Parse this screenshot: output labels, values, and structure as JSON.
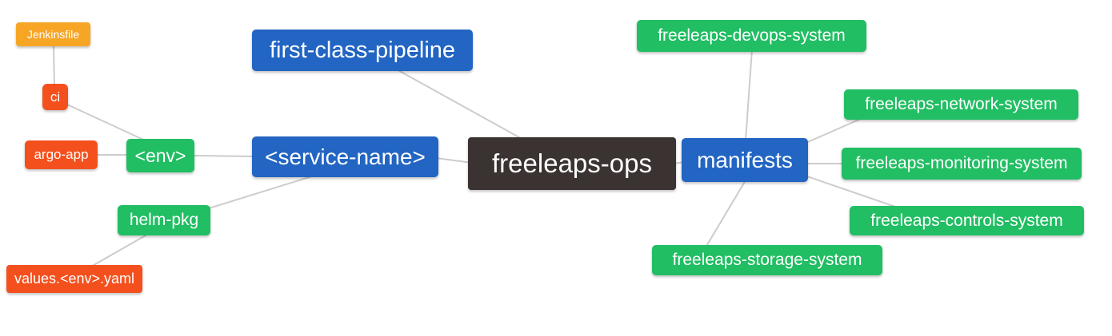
{
  "diagram": {
    "type": "mindmap",
    "root": "freeleaps_ops",
    "nodes": {
      "jenkinsfile": {
        "label": "Jenkinsfile",
        "color": "#F7A525",
        "role": "leaf"
      },
      "ci": {
        "label": "ci",
        "color": "#F4501E",
        "role": "leaf"
      },
      "argo_app": {
        "label": "argo-app",
        "color": "#F4501E",
        "role": "leaf"
      },
      "env": {
        "label": "<env>",
        "color": "#21BE63",
        "role": "branch"
      },
      "helm_pkg": {
        "label": "helm-pkg",
        "color": "#21BE63",
        "role": "branch"
      },
      "values_env_yaml": {
        "label": "values.<env>.yaml",
        "color": "#F4501E",
        "role": "leaf"
      },
      "first_class_pipeline": {
        "label": "first-class-pipeline",
        "color": "#2265C3",
        "role": "branch"
      },
      "service_name": {
        "label": "<service-name>",
        "color": "#2265C3",
        "role": "branch"
      },
      "freeleaps_ops": {
        "label": "freeleaps-ops",
        "color": "#3B3331",
        "role": "root"
      },
      "manifests": {
        "label": "manifests",
        "color": "#2265C3",
        "role": "branch"
      },
      "devops_system": {
        "label": "freeleaps-devops-system",
        "color": "#21BE63",
        "role": "leaf"
      },
      "network_system": {
        "label": "freeleaps-network-system",
        "color": "#21BE63",
        "role": "leaf"
      },
      "monitoring_system": {
        "label": "freeleaps-monitoring-system",
        "color": "#21BE63",
        "role": "leaf"
      },
      "controls_system": {
        "label": "freeleaps-controls-system",
        "color": "#21BE63",
        "role": "leaf"
      },
      "storage_system": {
        "label": "freeleaps-storage-system",
        "color": "#21BE63",
        "role": "leaf"
      }
    },
    "edges": [
      [
        "jenkinsfile",
        "ci"
      ],
      [
        "ci",
        "env"
      ],
      [
        "argo_app",
        "env"
      ],
      [
        "env",
        "service_name"
      ],
      [
        "helm_pkg",
        "service_name"
      ],
      [
        "values_env_yaml",
        "helm_pkg"
      ],
      [
        "first_class_pipeline",
        "freeleaps_ops"
      ],
      [
        "service_name",
        "freeleaps_ops"
      ],
      [
        "freeleaps_ops",
        "manifests"
      ],
      [
        "manifests",
        "devops_system"
      ],
      [
        "manifests",
        "network_system"
      ],
      [
        "manifests",
        "monitoring_system"
      ],
      [
        "manifests",
        "controls_system"
      ],
      [
        "manifests",
        "storage_system"
      ]
    ],
    "palette": {
      "blue": "#2265C3",
      "green": "#21BE63",
      "red_orange": "#F4501E",
      "orange": "#F7A525",
      "dark": "#3B3331",
      "edge_line": "#CCCCCC",
      "node_text": "#FFFFFF",
      "background": "#FFFFFF"
    }
  }
}
